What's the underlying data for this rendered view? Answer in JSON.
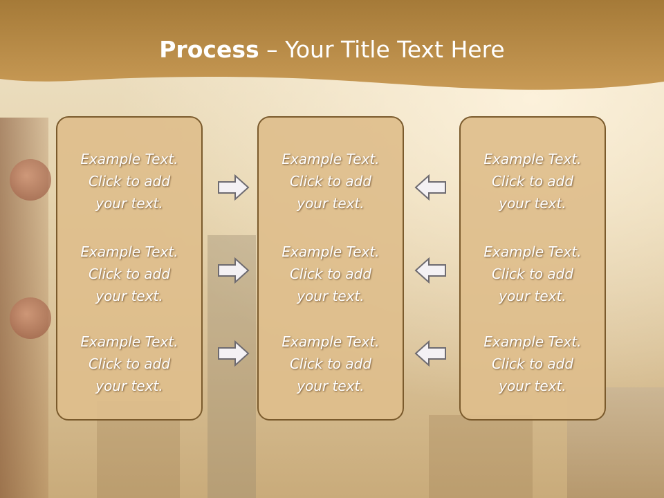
{
  "slide": {
    "title_bold": "Process",
    "title_rest": " – Your Title Text Here"
  },
  "panels": [
    {
      "items": [
        {
          "text": "Example Text.\nClick  to add\nyour text."
        },
        {
          "text": "Example Text.\nClick  to add\nyour text."
        },
        {
          "text": "Example Text.\nClick  to add\nyour text."
        }
      ]
    },
    {
      "items": [
        {
          "text": "Example Text.\nClick  to add\nyour text."
        },
        {
          "text": "Example Text.\nClick  to add\nyour text."
        },
        {
          "text": "Example Text.\nClick  to add\nyour text."
        }
      ]
    },
    {
      "items": [
        {
          "text": "Example Text.\nClick  to add\nyour text."
        },
        {
          "text": "Example Text.\nClick  to add\nyour text."
        },
        {
          "text": "Example Text.\nClick  to add\nyour text."
        }
      ]
    }
  ],
  "arrows": {
    "left_group": [
      "right-arrow-icon",
      "right-arrow-icon",
      "right-arrow-icon"
    ],
    "right_group": [
      "left-arrow-icon",
      "left-arrow-icon",
      "left-arrow-icon"
    ]
  },
  "colors": {
    "header": "#b58a45",
    "panel_fill": "#dcc08f",
    "panel_border": "#7a5a2c",
    "text": "#ffffff"
  }
}
